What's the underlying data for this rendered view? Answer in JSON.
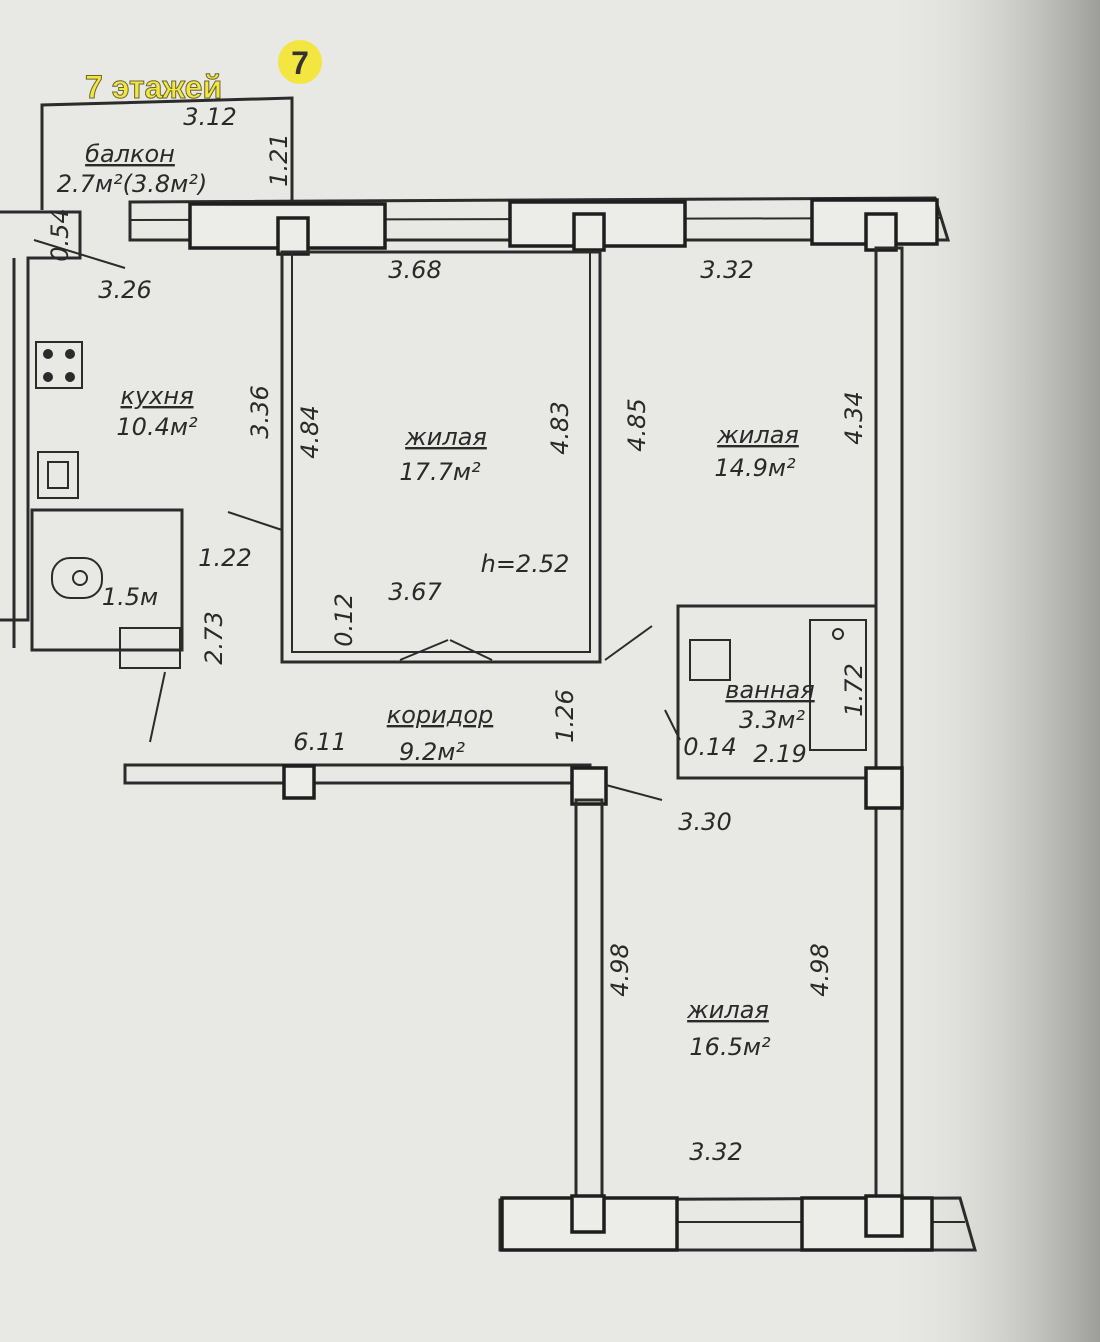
{
  "badge": {
    "floors_text": "7 этажей",
    "number": "7",
    "color": "#f3e640"
  },
  "rooms": {
    "balcony": {
      "name": "балкон",
      "area": "2.7м²(3.8м²)"
    },
    "kitchen": {
      "name": "кухня",
      "area": "10.4м²"
    },
    "living1": {
      "name": "жилая",
      "area": "17.7м²"
    },
    "living2": {
      "name": "жилая",
      "area": "14.9м²"
    },
    "living3": {
      "name": "жилая",
      "area": "16.5м²"
    },
    "toilet": {
      "area": "1.5м"
    },
    "bathroom": {
      "name": "ванная",
      "area": "3.3м²"
    },
    "corridor": {
      "name": "коридор",
      "area": "9.2м²"
    }
  },
  "ceiling_height": "h=2.52",
  "dimensions": {
    "balcony_width": "3.12",
    "balcony_depth": "1.21",
    "wall_054": "0.54",
    "kitchen_width": "3.26",
    "kitchen_length": "3.36",
    "living1_top": "3.68",
    "living1_left": "4.84",
    "living1_right": "4.83",
    "living1_bottom": "3.67",
    "living2_top": "3.32",
    "living2_left": "4.85",
    "living2_right": "4.34",
    "toilet_width": "1.22",
    "hall_273": "2.73",
    "wall_012": "0.12",
    "corridor_length": "6.11",
    "corridor_width": "1.26",
    "bath_height": "1.72",
    "bath_014": "0.14",
    "bath_width": "2.19",
    "living3_top": "3.30",
    "living3_left": "4.98",
    "living3_right": "4.98",
    "living3_bottom": "3.32"
  }
}
